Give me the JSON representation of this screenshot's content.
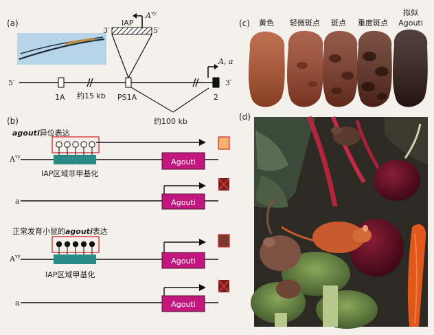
{
  "panels": {
    "a": {
      "label": "(a)",
      "iap_label": "IAP",
      "avy_label": "A",
      "avy_sup": "vy",
      "iap_left_end": "3′",
      "iap_right_end": "5′",
      "gene_left_end": "5′",
      "gene_right_end": "3′",
      "exon_1a": "1A",
      "exon_ps1a": "PS1A",
      "exon_2": "2",
      "dist_15": "约15 kb",
      "dist_100": "约100 kb",
      "promoter_label": "A, a"
    },
    "b": {
      "label": "(b)",
      "section1_title_italic": "agouti",
      "section1_title_rest": "异位表达",
      "section2_title_prefix": "正常发育小鼠的",
      "section2_title_italic": "agouti",
      "section2_title_suffix": "表达",
      "allele_avy": "A",
      "allele_avy_sup": "vy",
      "allele_a": "a",
      "gene_box": "Agouti",
      "iap_unmethylated": "IAP区域非甲基化",
      "iap_methylated": "IAP区域甲基化"
    },
    "c": {
      "label": "(c)",
      "phenotypes": [
        "黄色",
        "轻微斑点",
        "斑点",
        "重度斑点",
        "拟似",
        "Agouti"
      ]
    },
    "d": {
      "label": "(d)"
    }
  },
  "colors": {
    "gene_box": "#c2187e",
    "iap_box": "#2a8a86",
    "red_frame": "#d8242b",
    "yellow_square": "#f2b26b",
    "brown_square": "#7a3a30",
    "dark_square": "#3a1f1c"
  }
}
